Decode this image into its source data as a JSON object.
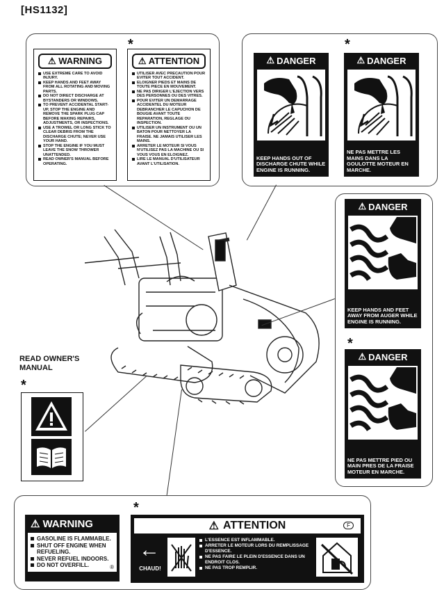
{
  "model": "HS1132",
  "asterisk": "*",
  "top_warning": {
    "title": "WARNING",
    "items": [
      "USE EXTREME CARE TO AVOID INJURY.",
      "KEEP HANDS AND FEET AWAY FROM ALL ROTATING AND MOVING PARTS.",
      "DO NOT DIRECT DISCHARGE AT BYSTANDERS OR WINDOWS.",
      "TO PREVENT ACCIDENTAL START-UP, STOP THE ENGINE AND REMOVE THE SPARK PLUG CAP BEFORE MAKING REPAIRS, ADJUSTMENTS, OR INSPECTIONS.",
      "USE A TROWEL OR LONG STICK TO CLEAR DEBRIS FROM THE DISCHARGE CHUTE; NEVER USE YOUR HAND.",
      "STOP THE ENGINE IF YOU MUST LEAVE THE SNOW THROWER UNATTENDED.",
      "READ OWNER'S MANUAL BEFORE OPERATING."
    ]
  },
  "top_attention": {
    "title": "ATTENTION",
    "items": [
      "UTILISER AVEC PRECAUTION POUR EVITER TOUT ACCIDENT.",
      "ELOIGNER PIEDS ET MAINS DE TOUTE PIECE EN MOUVEMENT.",
      "NE PAS DIRIGER L'EJECTION VERS DES PERSONNES OU DES VITRES.",
      "POUR EVITER UN DEMARRAGE ACCIDENTEL DU MOTEUR DEBRANCHER LE CAPUCHON DE BOUGIE AVANT TOUTE REPARATION, REGLAGE OU INSPECTION.",
      "UTILISER UN INSTRUMENT OU UN BATON POUR NETTOYER LA FRAISE. NE JAMAIS UTILISER LES MAINS.",
      "ARRETER LE MOTEUR SI VOUS N'UTILISEZ PAS LA MACHINE OU SI VOUS VOUS EN ELOIGNEZ.",
      "LIRE LE MANUAL D'UTILISATEUR AVANT L'UTILISATION."
    ]
  },
  "danger_chute_en": {
    "title": "DANGER",
    "text": "KEEP HANDS OUT OF DISCHARGE CHUTE WHILE ENGINE IS RUNNING."
  },
  "danger_chute_fr": {
    "title": "DANGER",
    "text": "NE PAS METTRE LES MAINS DANS LA GOULOTTE MOTEUR EN MARCHE."
  },
  "danger_auger_en": {
    "title": "DANGER",
    "text": "KEEP HANDS AND FEET AWAY FROM AUGER WHILE ENGINE IS RUNNING."
  },
  "danger_auger_fr": {
    "title": "DANGER",
    "text": "NE PAS METTRE PIED OU MAIN PRES DE LA FRAISE MOTEUR EN MARCHE."
  },
  "read_manual_caption": "READ OWNER'S MANUAL",
  "bottom_warning": {
    "title": "WARNING",
    "items": [
      "GASOLINE IS FLAMMABLE.",
      "SHUT OFF ENGINE WHEN REFUELING.",
      "NEVER REFUEL INDOORS.",
      "DO NOT OVERFILL."
    ],
    "mark": "®"
  },
  "bottom_attention": {
    "title": "ATTENTION",
    "badge": "F",
    "hot_label": "CHAUD!",
    "items": [
      "L'ESSENCE EST INFLAMMABLE.",
      "ARRETER LE MOTEUR LORS DU REMPLISSAGE D'ESSENCE.",
      "NE PAS FAIRE LE PLEIN D'ESSENCE DANS UN ENDROIT CLOS.",
      "NE PAS TROP REMPLIR."
    ]
  }
}
